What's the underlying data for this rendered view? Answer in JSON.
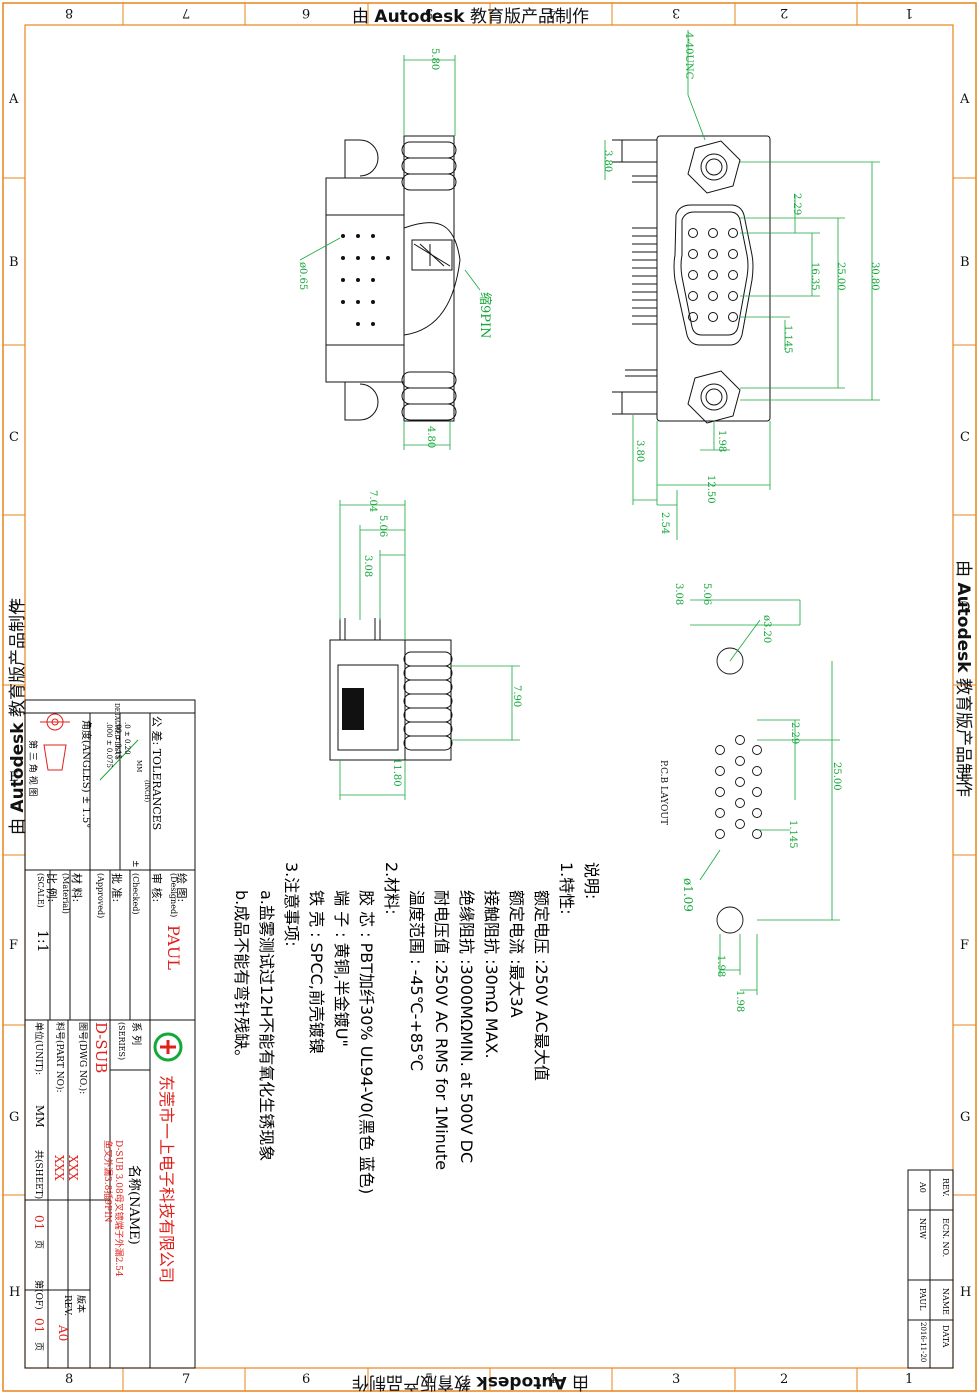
{
  "watermark": {
    "prefix": "由",
    "brand": "Autodesk",
    "suffix": "教育版产品制作"
  },
  "border": {
    "top_numbers": [
      "8",
      "7",
      "6",
      "5",
      "4",
      "3",
      "2",
      "1"
    ],
    "bottom_numbers": [
      "8",
      "7",
      "6",
      "5",
      "4",
      "3",
      "2",
      "1"
    ],
    "side_letters": [
      "A",
      "B",
      "C",
      "D",
      "E",
      "F",
      "G",
      "H"
    ]
  },
  "notes": {
    "title": "说明:",
    "section1": "1.特性:",
    "rated_voltage": "额定电压 :250V AC最大值",
    "rated_current": "额定电流 :最大3A",
    "contact_resistance": "接触阻抗 :30mΩ MAX.",
    "insulation_resistance": "绝缘阻抗 :3000MΩMIN. at 500V DC",
    "withstand_voltage": "耐电压值 :250V AC RMS for 1Minute",
    "temperature_range": "温度范围 : -45℃-+85℃",
    "section2": "2.材料:",
    "insulator": "胶 芯 : PBT加纤30% UL94-V0(黑色 蓝色)",
    "terminal": "端 子 : 黄铜,半金镀U\"",
    "shell": "铁 壳 : SPCC,前壳镀镍",
    "section3": "3.注意事项:",
    "note_a": "a.盐雾测试过12H不能有氧化生锈现象",
    "note_b": "b.成品不能有弯针残缺。"
  },
  "dimensions": {
    "top_view": [
      "5.80",
      "ø0.65",
      "4.80",
      "缩9PIN"
    ],
    "front_view": [
      "4-40UNC",
      "3.80",
      "2.29",
      "16.35",
      "25.00",
      "30.80",
      "1.145",
      "1.98",
      "3.80",
      "12.50",
      "2.54"
    ],
    "side_view": [
      "7.04",
      "5.06",
      "3.08",
      "7.90",
      "11.80"
    ],
    "pcb_layout": [
      "3.08",
      "5.06",
      "ø3.20",
      "2.29",
      "25.00",
      "1.145",
      "ø1.09",
      "1.98",
      "1.98"
    ],
    "pcb_label": "P.C.B LAYOUT"
  },
  "title_block": {
    "company": "东莞市一上电子科技有限公司",
    "name_label": "名称(NAME)",
    "part_name_1": "D-SUB 3.08母叉镀端子外漏2.54",
    "part_name_2": "鱼叉外漏3.8插9PIN",
    "series_label": "系 列",
    "series_label_en": "(SERIES)",
    "series_value": "D-SUB",
    "dwg_label": "图号(DWG NO.):",
    "dwg_value": "XXX",
    "part_label": "料号(PART NO):",
    "part_value": "XXX",
    "unit_label": "单位(UNIT):",
    "unit_value": "MM",
    "sheet_label": "共(SHEET)",
    "sheet_value": "01",
    "page_label": "页",
    "of_label": "第(OF)",
    "of_value": "01",
    "version_label": "版本",
    "rev_label": "REV.",
    "rev_value": "A0",
    "designed_label": "绘 图:",
    "designed_en": "(Designed)",
    "designed_value": "PAUL",
    "checked_label": "审 核:",
    "checked_en": "(Checked)",
    "approved_label": "批 准:",
    "approved_en": "(Approved)",
    "material_label": "材 料:",
    "material_en": "(Material)",
    "scale_label": "比 例:",
    "scale_en": "(SCALE)",
    "scale_value": "1:1",
    "tolerance_label": "公 差: TOLERANCES",
    "tol_mm": "MM",
    "tol_inch": "(INCH)",
    "tol_1": ".0 ± 0.20",
    "tol_2": ".00 ± 0.15",
    "tol_3": ".000 ± 0.075",
    "tol_pm": "±",
    "angles": "角度(ANGLES) ± 1.5°",
    "detached": "DETACHED LISTS",
    "projection": "第 三 角 视 图"
  },
  "revision_block": {
    "headers": [
      "REV.",
      "ECN. NO.",
      "NAME",
      "DATA"
    ],
    "row": [
      "A0",
      "NEW",
      "PAUL",
      "2016-11-20"
    ]
  },
  "colors": {
    "border": "#e8841a",
    "dimension": "#14a83a",
    "outline": "#111111",
    "accent": "#e0201a"
  }
}
